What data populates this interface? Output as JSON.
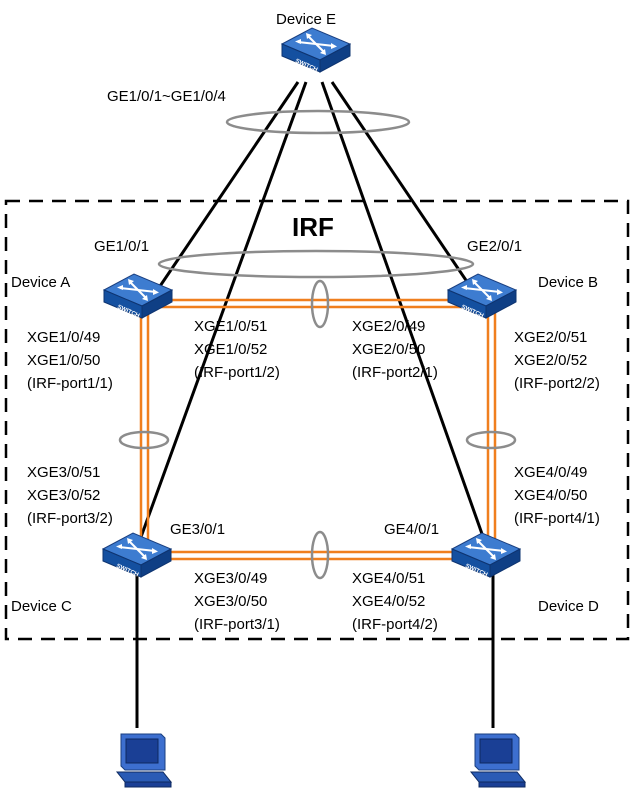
{
  "irf_label": "IRF",
  "switch_text": "SWITCH",
  "devices": {
    "e": "Device E",
    "a": "Device A",
    "b": "Device B",
    "c": "Device C",
    "d": "Device D"
  },
  "ports": {
    "e_aggregate": "GE1/0/1~GE1/0/4",
    "a_uplink": "GE1/0/1",
    "b_uplink": "GE2/0/1",
    "c_uplink": "GE3/0/1",
    "d_uplink": "GE4/0/1"
  },
  "irf_ports": {
    "a_left": [
      "XGE1/0/49",
      "XGE1/0/50",
      "(IRF-port1/1)"
    ],
    "a_right": [
      "XGE1/0/51",
      "XGE1/0/52",
      "(IRF-port1/2)"
    ],
    "b_left": [
      "XGE2/0/49",
      "XGE2/0/50",
      "(IRF-port2/1)"
    ],
    "b_right": [
      "XGE2/0/51",
      "XGE2/0/52",
      "(IRF-port2/2)"
    ],
    "c_left": [
      "XGE3/0/51",
      "XGE3/0/52",
      "(IRF-port3/2)"
    ],
    "c_bottom": [
      "XGE3/0/49",
      "XGE3/0/50",
      "(IRF-port3/1)"
    ],
    "d_right": [
      "XGE4/0/49",
      "XGE4/0/50",
      "(IRF-port4/1)"
    ],
    "d_bottom": [
      "XGE4/0/51",
      "XGE4/0/52",
      "(IRF-port4/2)"
    ]
  },
  "colors": {
    "irf_link": "#f07f1e",
    "switch_body": "#1450a0",
    "switch_top": "#3d7cd0",
    "pc_body": "#2a5bb5",
    "ellipse": "#8c8c8c",
    "dashed_border": "#000000"
  }
}
